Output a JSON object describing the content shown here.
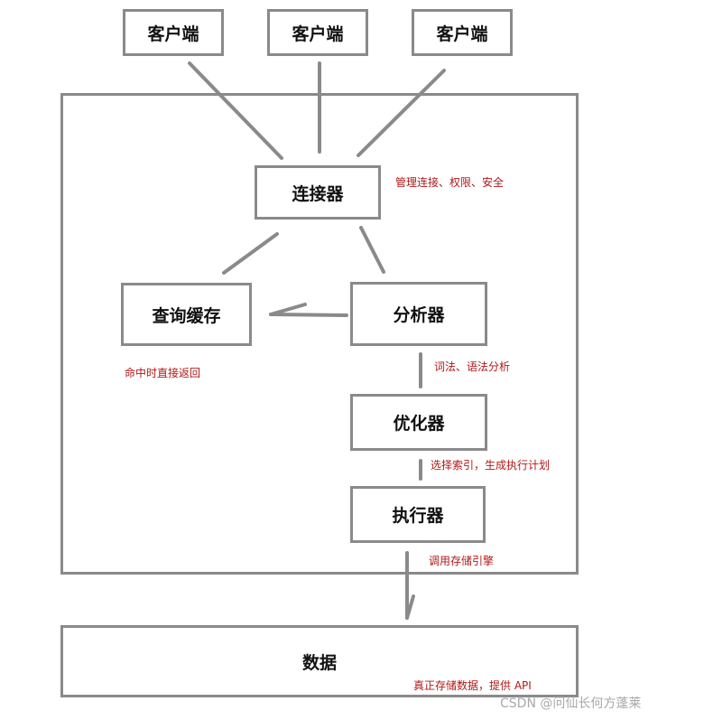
{
  "nodes": {
    "client1": "客户端",
    "client2": "客户端",
    "client3": "客户端",
    "connector": "连接器",
    "query_cache": "查询缓存",
    "analyzer": "分析器",
    "optimizer": "优化器",
    "executor": "执行器",
    "data": "数据"
  },
  "notes": {
    "connector": "管理连接、权限、安全",
    "query_cache": "命中时直接返回",
    "analyzer": "词法、语法分析",
    "optimizer": "选择索引，生成执行计划",
    "executor": "调用存储引擎",
    "data": "真正存储数据，提供 API"
  },
  "watermark": "CSDN @问仙长何方蓬莱",
  "colors": {
    "border": "#8a8a8a",
    "note": "#b01818",
    "watermark": "#a8a8a8"
  }
}
